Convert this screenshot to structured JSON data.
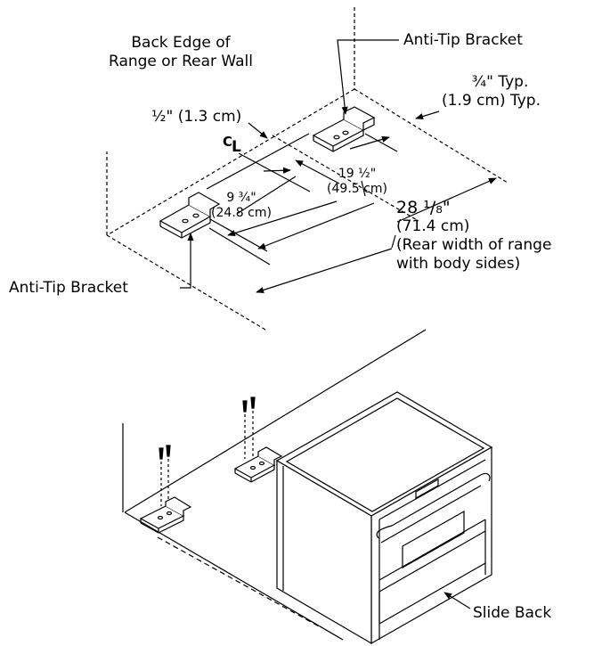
{
  "top_diagram": {
    "back_edge_label": [
      "Back Edge of",
      "Range or Rear Wall"
    ],
    "anti_tip_bracket_top": "Anti-Tip Bracket",
    "anti_tip_bracket_bottom": "Anti-Tip Bracket",
    "three_quarter": [
      "¾\" Typ.",
      "(1.9 cm) Typ."
    ],
    "half_inch": "½\" (1.3 cm)",
    "centerline": {
      "c": "C",
      "l": "L"
    },
    "dim_19_half": [
      "19 ½\"",
      "(49.5 cm)"
    ],
    "dim_9_three_quarter": [
      "9 ¾\"",
      "(24.8 cm)"
    ],
    "dim_28": [
      "28 ¹/₈\"",
      "(71.4 cm)",
      "(Rear width of range",
      "with body sides)"
    ]
  },
  "bottom_diagram": {
    "slide_back_label": "Slide Back"
  }
}
